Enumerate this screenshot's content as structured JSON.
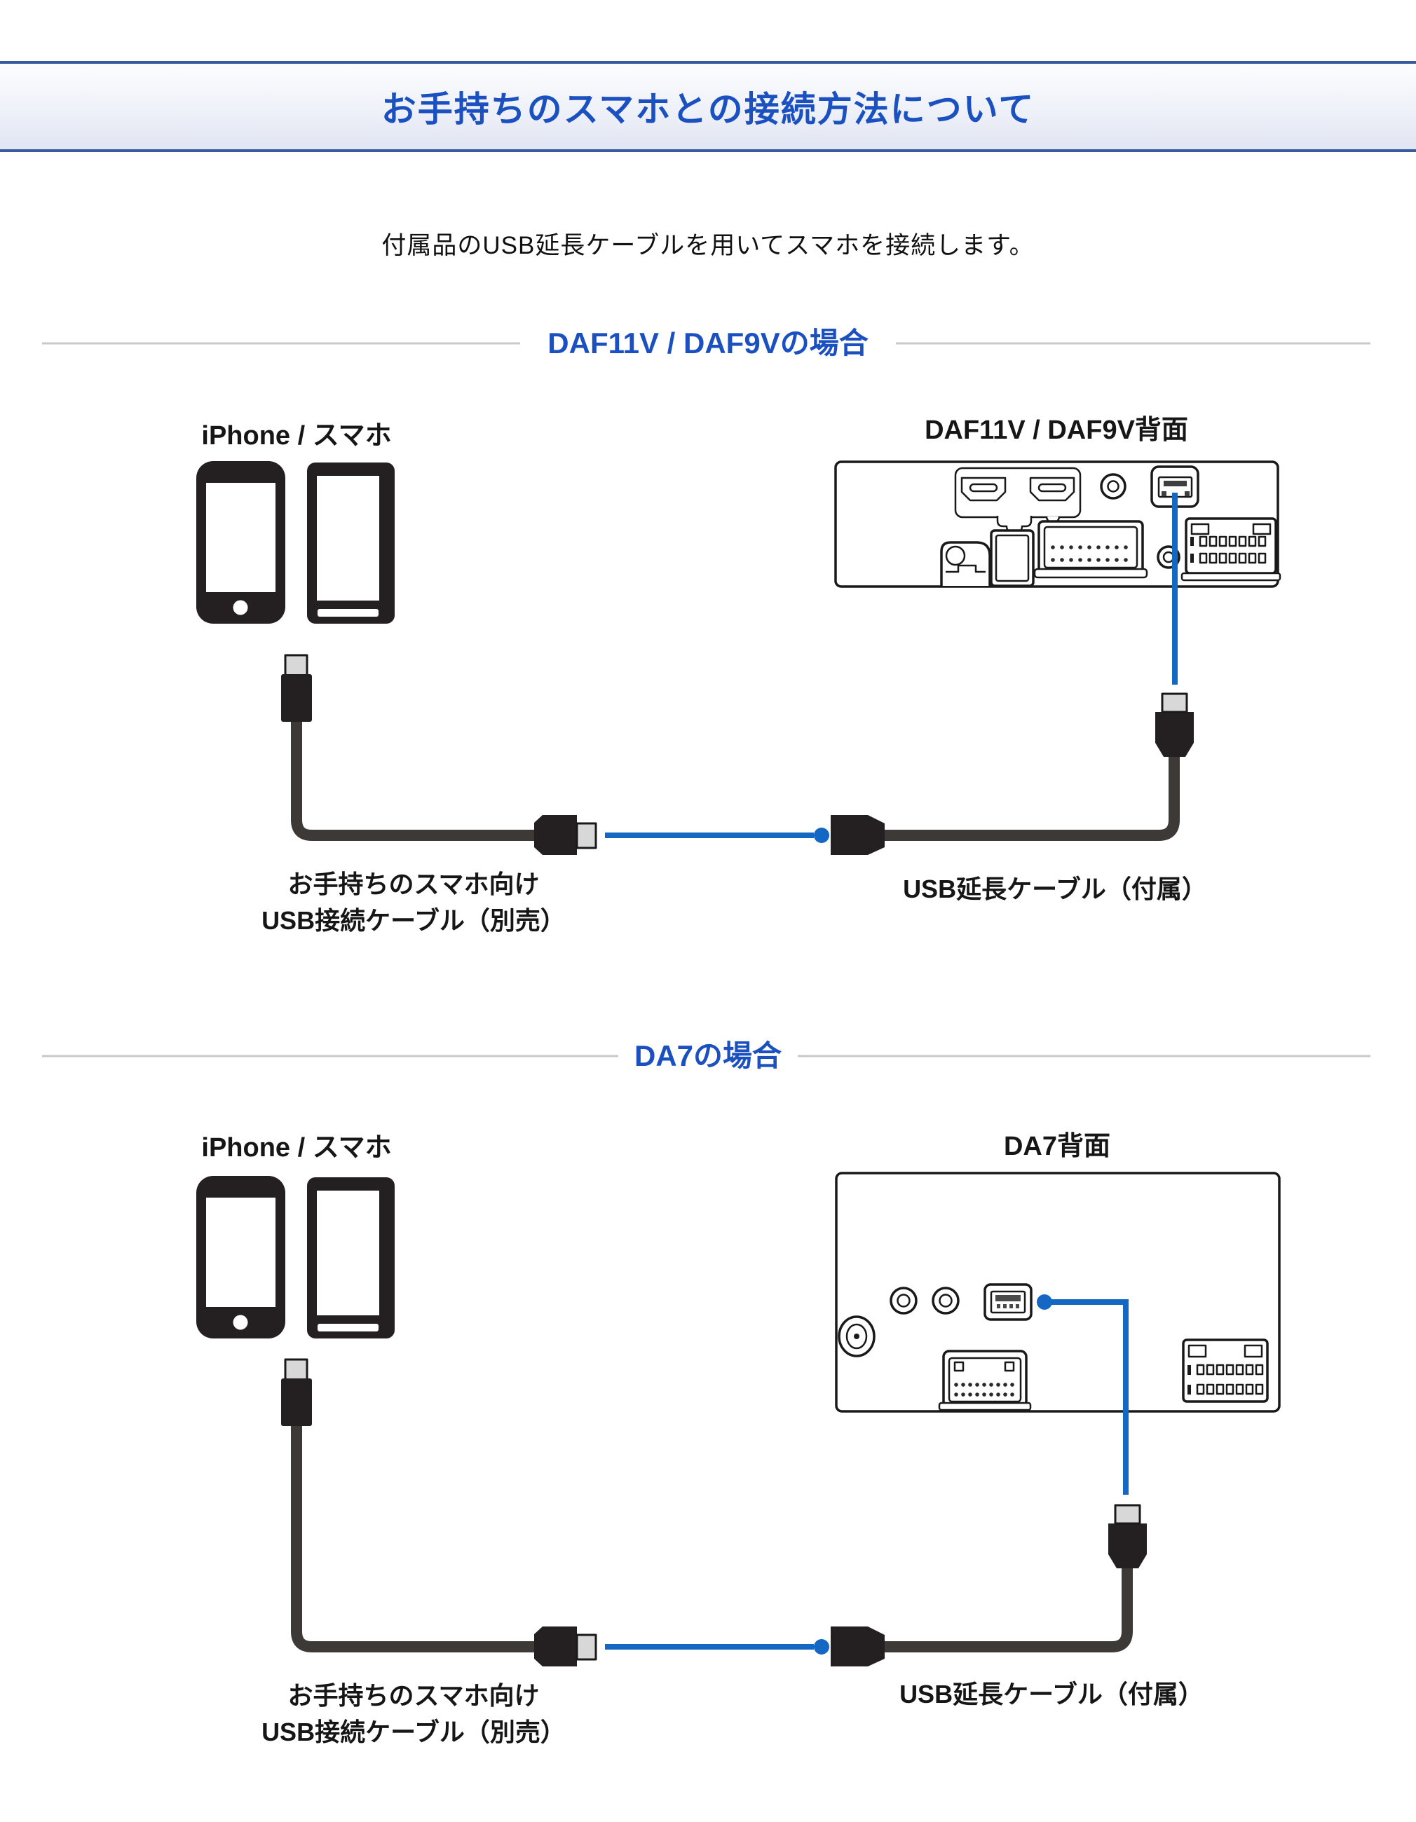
{
  "header": {
    "title": "お手持ちのスマホとの接続方法について"
  },
  "intro": {
    "text": "付属品のUSB延長ケーブルを用いてスマホを接続します。"
  },
  "sections": [
    {
      "heading": "DAF11V / DAF9Vの場合",
      "device_label": "iPhone / スマホ",
      "panel_label": "DAF11V / DAF9V背面",
      "phone_cable_label_line1": "お手持ちのスマホ向け",
      "phone_cable_label_line2": "USB接続ケーブル（別売）",
      "extension_cable_label": "USB延長ケーブル（付属）"
    },
    {
      "heading": "DA7の場合",
      "device_label": "iPhone / スマホ",
      "panel_label": "DA7背面",
      "phone_cable_label_line1": "お手持ちのスマホ向け",
      "phone_cable_label_line2": "USB接続ケーブル（別売）",
      "extension_cable_label": "USB延長ケーブル（付属）"
    }
  ],
  "colors": {
    "accent_blue": "#1b50c0",
    "cable_blue": "#1467c2",
    "header_border_blue": "#3a5aa0",
    "divider_gray": "#c9c9c9",
    "cable_dark": "#3d3937"
  }
}
